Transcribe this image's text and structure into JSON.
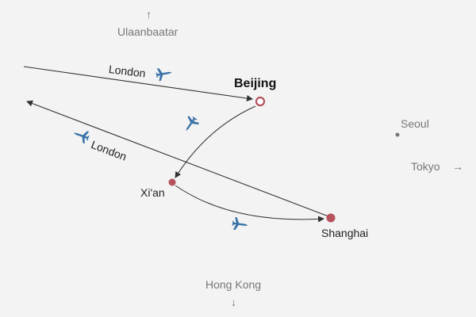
{
  "colors": {
    "background": "#f3f3f3",
    "city_dot": "#b5525c",
    "route_line": "#333333",
    "plane_icon": "#3b73a8",
    "offmap_text": "#777777",
    "offmap_dot": "#777777"
  },
  "cities": {
    "beijing": {
      "name": "Beijing",
      "marker": "hollow-circle"
    },
    "xian": {
      "name": "Xi'an",
      "marker": "dot"
    },
    "shanghai": {
      "name": "Shanghai",
      "marker": "dot"
    }
  },
  "offmap": {
    "ulaanbaatar": {
      "name": "Ulaanbaatar",
      "direction": "up"
    },
    "seoul": {
      "name": "Seoul",
      "marker": "dot"
    },
    "tokyo": {
      "name": "Tokyo",
      "direction": "right"
    },
    "hongkong": {
      "name": "Hong Kong",
      "direction": "down"
    }
  },
  "routes": {
    "inbound": {
      "label": "London",
      "icon": "airplane-icon"
    },
    "beijing_xian": {
      "icon": "airplane-icon"
    },
    "xian_shanghai": {
      "icon": "airplane-icon"
    },
    "outbound": {
      "label": "London",
      "icon": "airplane-icon"
    }
  }
}
